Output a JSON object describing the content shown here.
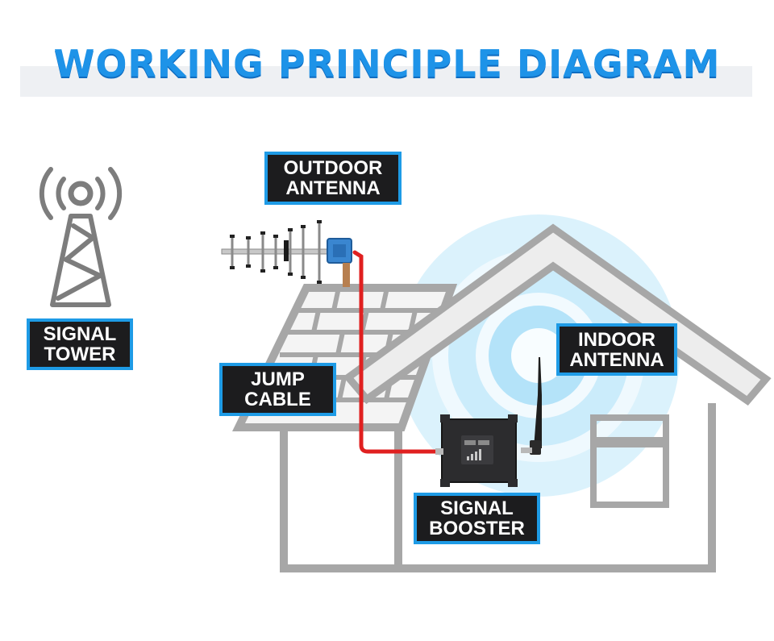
{
  "title": "WORKING PRINCIPLE DIAGRAM",
  "labels": {
    "signal_tower": [
      "SIGNAL",
      "TOWER"
    ],
    "outdoor_antenna": [
      "OUTDOOR",
      "ANTENNA"
    ],
    "jump_cable": [
      "JUMP",
      "CABLE"
    ],
    "indoor_antenna": [
      "INDOOR",
      "ANTENNA"
    ],
    "signal_booster": [
      "SIGNAL",
      "BOOSTER"
    ]
  },
  "colors": {
    "title": "#1e93e8",
    "label_border": "#1e9be6",
    "label_fill": "#1c1c1e",
    "cable": "#e02020",
    "house_outline": "#a7a7a7",
    "signal_wave": "#9fd9f7"
  },
  "icons": [
    "signal-tower-icon",
    "yagi-antenna-icon",
    "whip-antenna-icon",
    "signal-booster-icon"
  ]
}
